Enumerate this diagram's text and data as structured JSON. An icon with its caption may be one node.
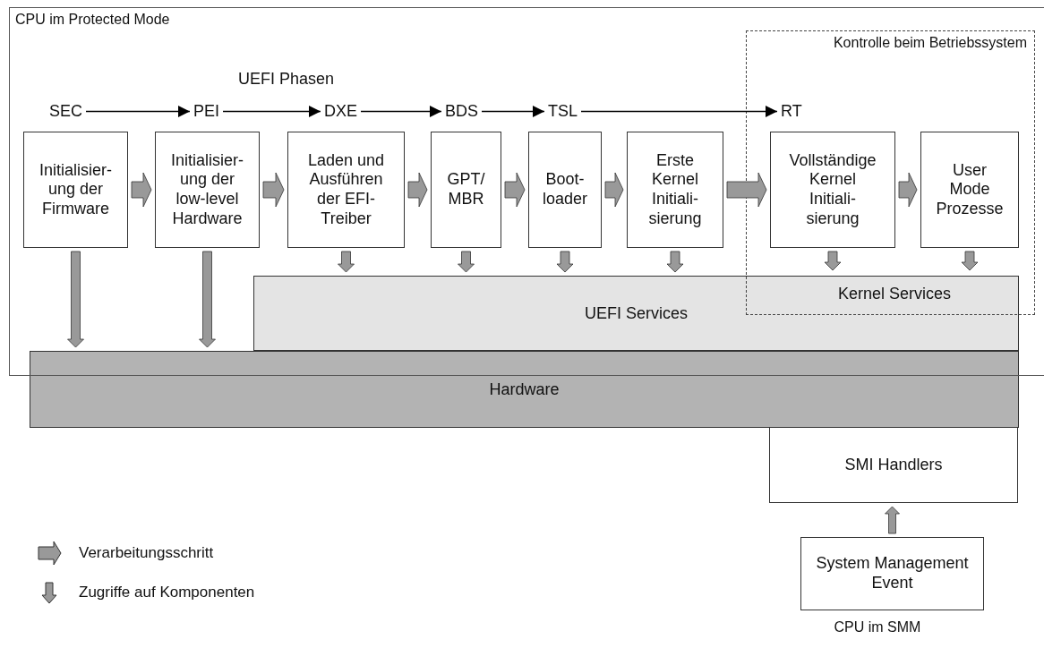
{
  "diagram": {
    "nodes": [
      {
        "text": [
          "CPU im Protected Mode"
        ]
      },
      {
        "text": [
          "Kontrolle beim Betriebssystem"
        ],
        "in": 0
      },
      {
        "text": [
          "SEC"
        ],
        "in": 0
      },
      {
        "text": [
          "PEI"
        ],
        "in": 0
      },
      {
        "text": [
          "DXE"
        ],
        "in": 0
      },
      {
        "text": [
          "BDS"
        ],
        "in": 0
      },
      {
        "text": [
          "TSL"
        ],
        "in": 0
      },
      {
        "text": [
          "RT"
        ],
        "in": 1
      },
      {
        "text": [
          "Initialisier- ung der Firmware"
        ],
        "in": 0
      },
      {
        "text": [
          "Initialisier- ung der low-level Hardware"
        ],
        "in": 0
      },
      {
        "text": [
          "Laden und Ausführen der EFI- Treiber"
        ],
        "in": 0
      },
      {
        "text": [
          "GPT/ MBR"
        ],
        "in": 0
      },
      {
        "text": [
          "Boot- loader"
        ],
        "in": 0
      },
      {
        "text": [
          "Erste Kernel Initiali- sierung"
        ],
        "in": 0
      },
      {
        "text": [
          "Vollständige Kernel Initiali- sierung"
        ],
        "in": 1
      },
      {
        "text": [
          "User Mode Prozesse"
        ],
        "in": 1
      },
      {
        "text": [
          "UEFI Services"
        ],
        "in": 0
      },
      {
        "text": [
          "Kernel Services"
        ]
      },
      {
        "text": [
          "Hardware"
        ]
      },
      {
        "text": [
          "CPU im SMM"
        ]
      },
      {
        "text": [
          "SMI Handlers"
        ],
        "in": 19
      },
      {
        "text": [
          "System Management Event"
        ],
        "in": 19
      }
    ],
    "edges": [
      {
        "from": 2,
        "to": 3,
        "arrow": "to",
        "color": "#000000"
      },
      {
        "from": 3,
        "to": 4,
        "arrow": "to",
        "color": "#000000"
      },
      {
        "from": 4,
        "to": 5,
        "arrow": "to",
        "color": "#000000"
      },
      {
        "from": 5,
        "to": 6,
        "arrow": "to",
        "color": "#000000"
      },
      {
        "from": 6,
        "to": 7,
        "arrow": "to",
        "color": "#000000"
      },
      {
        "from": 8,
        "to": 9,
        "arrow": "to",
        "style": "thick"
      },
      {
        "from": 9,
        "to": 10,
        "arrow": "to",
        "style": "thick"
      },
      {
        "from": 10,
        "to": 11,
        "arrow": "to",
        "style": "thick"
      },
      {
        "from": 11,
        "to": 12,
        "arrow": "to",
        "style": "thick"
      },
      {
        "from": 12,
        "to": 13,
        "arrow": "to",
        "style": "thick"
      },
      {
        "from": 13,
        "to": 14,
        "arrow": "to",
        "style": "thick"
      },
      {
        "from": 14,
        "to": 15,
        "arrow": "to",
        "style": "thick"
      },
      {
        "from": 8,
        "to": 18,
        "arrow": "to",
        "style": "thick"
      },
      {
        "from": 9,
        "to": 18,
        "arrow": "to",
        "style": "thick"
      },
      {
        "from": 10,
        "to": 16,
        "arrow": "to",
        "style": "thick"
      },
      {
        "from": 11,
        "to": 16,
        "arrow": "to",
        "style": "thick"
      },
      {
        "from": 12,
        "to": 16,
        "arrow": "to",
        "style": "thick"
      },
      {
        "from": 13,
        "to": 16,
        "arrow": "to",
        "style": "thick"
      },
      {
        "from": 14,
        "to": 17,
        "arrow": "to",
        "style": "thick"
      },
      {
        "from": 15,
        "to": 17,
        "arrow": "to",
        "style": "thick"
      },
      {
        "from": 21,
        "to": 20,
        "arrow": "to",
        "style": "thick"
      }
    ],
    "labels": [
      "UEFI Phasen"
    ],
    "legend": [
      {
        "text": "Verarbeitungsschritt"
      },
      {
        "text": "Zugriffe auf Komponenten"
      }
    ]
  }
}
